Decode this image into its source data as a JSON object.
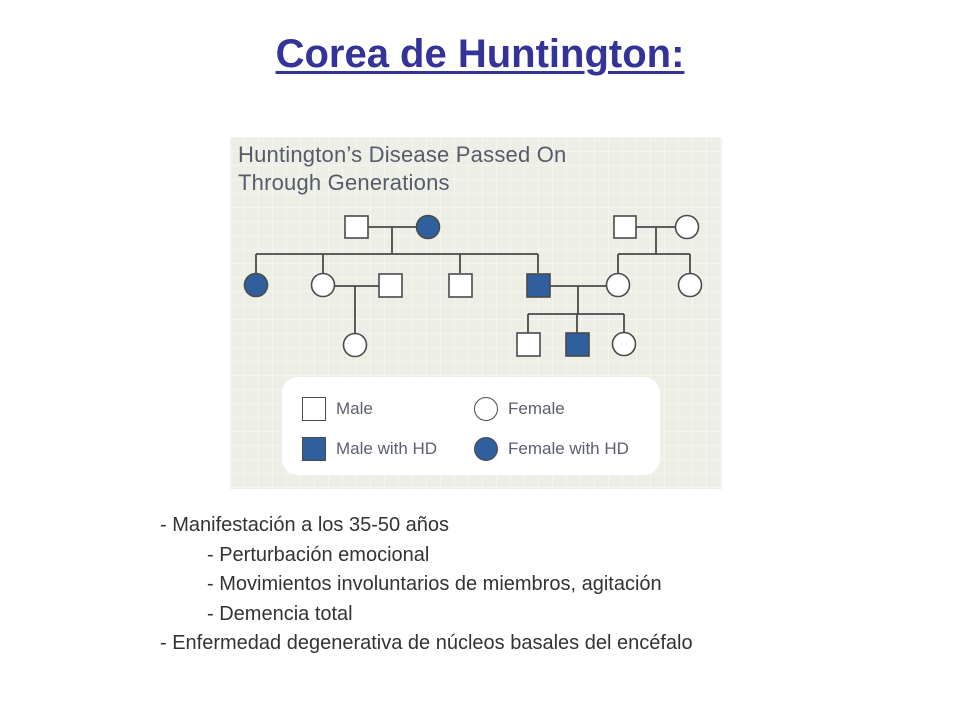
{
  "slide": {
    "title": "Corea de Huntington:"
  },
  "figure": {
    "title_line1": "Huntington’s Disease Passed On",
    "title_line2": "Through Generations",
    "colors": {
      "affected": "#2f5f9d",
      "outline": "#4a4a4a",
      "line": "#4a4a4a"
    },
    "legend": [
      {
        "label": "Male",
        "shape": "square",
        "affected": false
      },
      {
        "label": "Female",
        "shape": "circle",
        "affected": false
      },
      {
        "label": "Male with HD",
        "shape": "square",
        "affected": true
      },
      {
        "label": "Female with HD",
        "shape": "circle",
        "affected": true
      }
    ]
  },
  "bullets": [
    {
      "text": "- Manifestación a los 35-50 años",
      "level": 0
    },
    {
      "text": "- Perturbación emocional",
      "level": 1
    },
    {
      "text": "- Movimientos involuntarios de miembros, agitación",
      "level": 1
    },
    {
      "text": "- Demencia total",
      "level": 1
    },
    {
      "text": "- Enfermedad degenerativa de núcleos basales del encéfalo",
      "level": 0
    }
  ]
}
